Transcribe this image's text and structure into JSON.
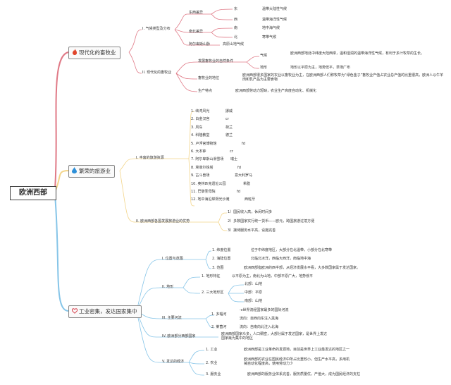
{
  "root": "欧洲西部",
  "colors": {
    "pink": "#e07a87",
    "yellow": "#f3d58a",
    "blue": "#86c5e8",
    "fire": "#e0452b",
    "drop": "#2d8fd8",
    "heart": "#d63e4b"
  },
  "branches": {
    "agri": {
      "title": "现代化的畜牧业",
      "icon": "fire-icon",
      "s1": {
        "title": "I. 气候类型及分布",
        "east": "东西差异",
        "east_e": "东",
        "east_e_v": "温带大陆性气候",
        "east_w": "西",
        "east_w_v": "温带海洋性气候",
        "south": "南北差异",
        "south_s": "南",
        "south_s_v": "地中海气候",
        "south_n": "北",
        "south_n_v": "寒带气候",
        "alps": "阿尔卑斯山脉",
        "alps_v": "高原山地气候"
      },
      "s2": {
        "title": "II. 现代化的畜牧业",
        "cond": "发展畜牧业的自然条件",
        "climate": "气候",
        "climate_v": "欧洲西部地处中纬度大陆西岸，温和湿润的温带海洋性气候，有利于多汁牧草的生长。",
        "terrain": "地形",
        "terrain_v": "地形以平原为主，地势低平，草场广布",
        "status": "畜牧业的地位",
        "status_v": "欧洲西部很多国家的农业以畜牧业为主，在欧洲西部人们称牧草为“绿色金子”畜牧业产值占农业总产值的比重很高，欧洲人以牛羊肉和乳产品为主要食物",
        "feature": "生产特点",
        "feature_v": "欧洲西部劳动力短缺，农业生产高度自动化、机械化"
      }
    },
    "tour": {
      "title": "繁荣的旅游业",
      "icon": "droplet-icon",
      "s1": {
        "title": "I. 丰富的旅游资源",
        "items": [
          {
            "n": "1. 峡湾风光",
            "c": "挪威"
          },
          {
            "n": "2. 白金汉宫",
            "c": "cr"
          },
          {
            "n": "3. 风车",
            "c": "荷兰"
          },
          {
            "n": "4. 科隆教堂",
            "c": "德兰"
          },
          {
            "n": "5. 卢浮宫博物馆",
            "c": "fd"
          },
          {
            "n": "6. 大本钟",
            "c": "cr"
          },
          {
            "n": "7. 阿尔卑斯山滑雪场",
            "c": "瑞士"
          },
          {
            "n": "8. 埃菲尔铁塔",
            "c": "fd"
          },
          {
            "n": "9. 古斗兽场",
            "c": "意大利罗马"
          },
          {
            "n": "10. 奥林匹克遗址公园",
            "c": "希腊"
          },
          {
            "n": "11. 巴黎圣母院",
            "c": "fd"
          },
          {
            "n": "12. 地中海沿岸阳光沙滩",
            "c": "西班牙"
          }
        ]
      },
      "s2": {
        "title": "II. 欧洲西部各国发展旅游业的优势",
        "items": [
          "1）国民收入高，休闲时间多",
          "2）多数国家实行统一货币——欧元，跨国旅游过境方便",
          "3）接待服务水平高，设施完善"
        ]
      }
    },
    "ind": {
      "title": "工业密集，发达国家集中",
      "icon": "heart-icon",
      "loc": {
        "title": "I. 位置与范围",
        "lat": "1. 纬度位置",
        "lat_v": "位于中纬度地区，大部分在北温带，小部分在北寒带",
        "sea": "2. 海陆位置",
        "sea_v": "北临北冰洋，西临大西洋，南临地中海",
        "range": "3. 范围",
        "range_v": "欧洲西部指欧洲的西半部，从经济发展水平看，大多数国家属于发达国家。"
      },
      "terrain": {
        "title": "II. 地形",
        "feat": "1. 地形特征",
        "feat_v": "以平原为主，南北为山地，中部平原广大，地势低平",
        "three": "2. 三大地形区",
        "north": "北部：山地",
        "mid": "中部：平原",
        "south": "南部：山地"
      },
      "rivers": {
        "title": "III. 主要河流",
        "dan": "1. 多瑙河",
        "dan_v1": "-s世界流经国家最多的国际河流",
        "dan_v2": "流向：自西向东注入黑海",
        "rhine": "2. 莱茵河",
        "rhine_v": "流向：自南向北注入北海"
      },
      "dev": {
        "title": "IV. 欧洲部分西部国家",
        "v": "欧洲西部国家众多，人口稠密，大部分属于发达国家，是世界上发达国家最为集中的地区"
      },
      "econ": {
        "title": "V. 发达的经济",
        "i1": "1. 工业",
        "i1_v": "欧洲西部是工业革命的发源地，目前是世界上工业最发达的地区之一",
        "i2": "2. 农业",
        "i2_v": "欧洲西部的农业在国民经济中所占比重较小，但生产水平高，多用机械自动化程度高，使用劳动力少",
        "i3": "3. 服务业",
        "i3_v": "欧洲西部的服务业体系完善，服务质量优，产值大，成为国民经济的支柱"
      }
    }
  }
}
